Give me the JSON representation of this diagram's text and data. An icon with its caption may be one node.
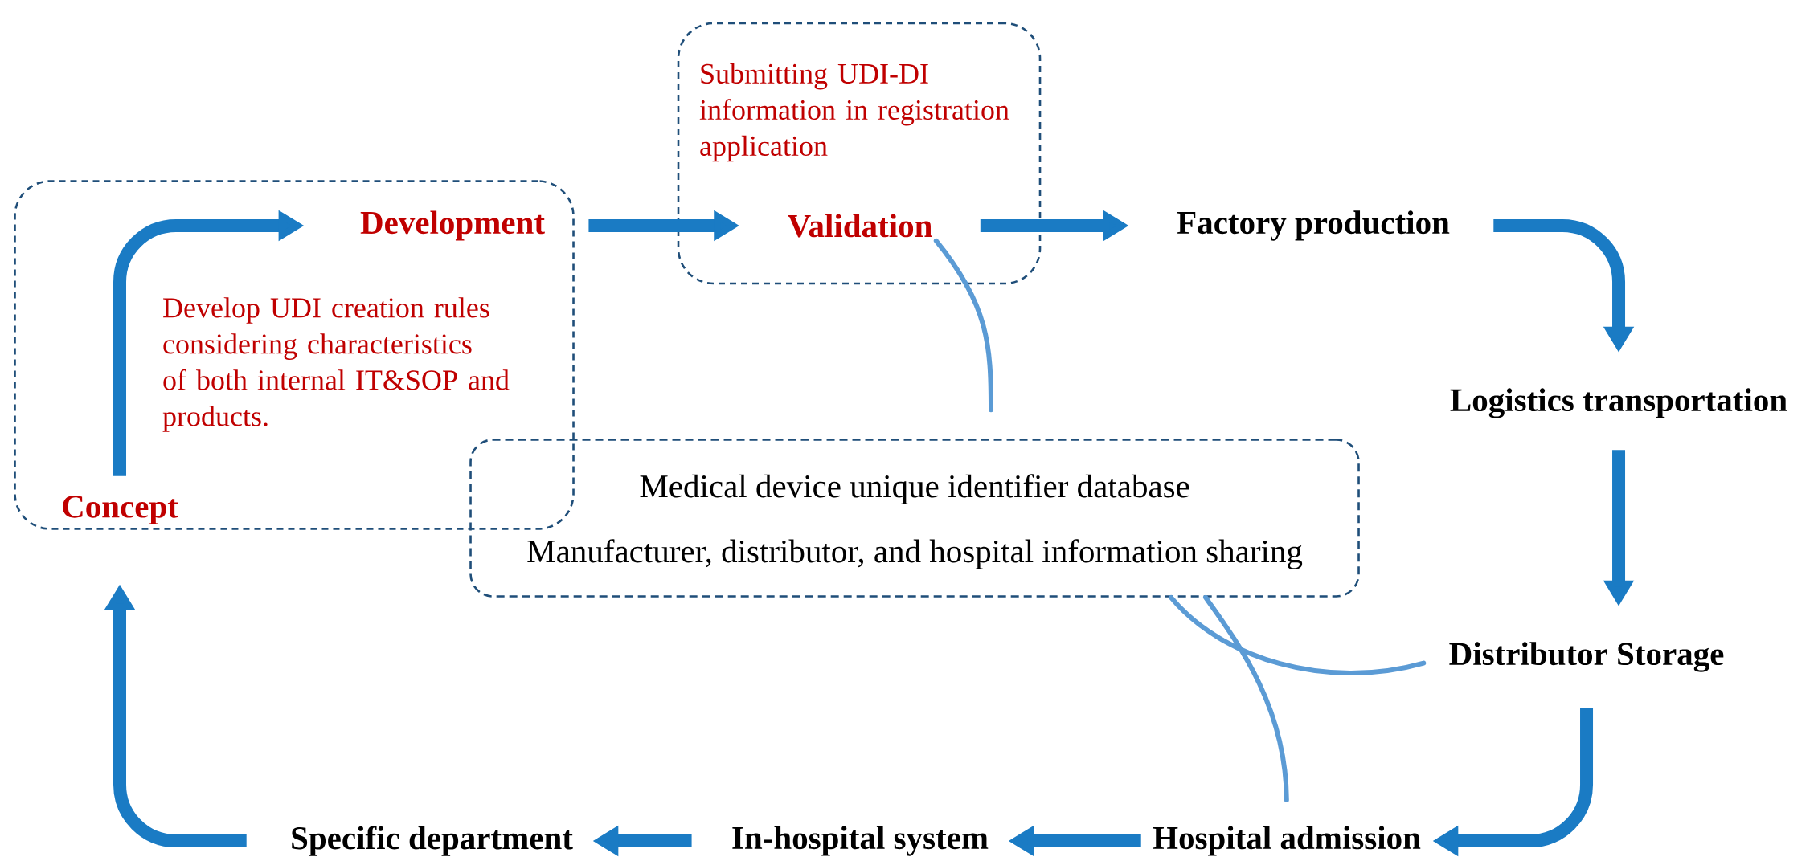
{
  "diagram": {
    "nodes": [
      {
        "text": [
          "Develop UDI creation rules considering characteristics of both internal IT&SOP and products."
        ]
      },
      {
        "text": [
          "Concept"
        ],
        "in": 0
      },
      {
        "text": [
          "Development"
        ],
        "in": 0
      },
      {
        "text": [
          "Submitting UDI-DI information in registration application"
        ]
      },
      {
        "text": [
          "Validation"
        ],
        "in": 3
      },
      {
        "text": [
          "Factory production"
        ]
      },
      {
        "text": [
          "Logistics transportation"
        ]
      },
      {
        "text": [
          "Distributor Storage"
        ]
      },
      {
        "text": [
          "Hospital admission"
        ]
      },
      {
        "text": [
          "In-hospital system"
        ]
      },
      {
        "text": [
          "Specific department"
        ]
      },
      {
        "text": [
          "Medical device unique identifier database",
          "Manufacturer, distributor, and hospital information sharing"
        ]
      }
    ],
    "edges": [
      {
        "from": 1,
        "to": 2,
        "arrow": "to"
      },
      {
        "from": 2,
        "to": 4,
        "arrow": "to"
      },
      {
        "from": 4,
        "to": 5,
        "arrow": "to"
      },
      {
        "from": 5,
        "to": 6,
        "arrow": "to"
      },
      {
        "from": 6,
        "to": 7,
        "arrow": "to"
      },
      {
        "from": 7,
        "to": 8,
        "arrow": "to"
      },
      {
        "from": 8,
        "to": 9,
        "arrow": "to"
      },
      {
        "from": 9,
        "to": 10,
        "arrow": "to"
      },
      {
        "from": 10,
        "to": 1,
        "arrow": "to"
      },
      {
        "from": 4,
        "to": 11,
        "arrow": "none",
        "color": "#5b9bd5"
      },
      {
        "from": 7,
        "to": 11,
        "arrow": "none",
        "color": "#5b9bd5"
      },
      {
        "from": 8,
        "to": 11,
        "arrow": "none",
        "color": "#5b9bd5"
      }
    ]
  }
}
